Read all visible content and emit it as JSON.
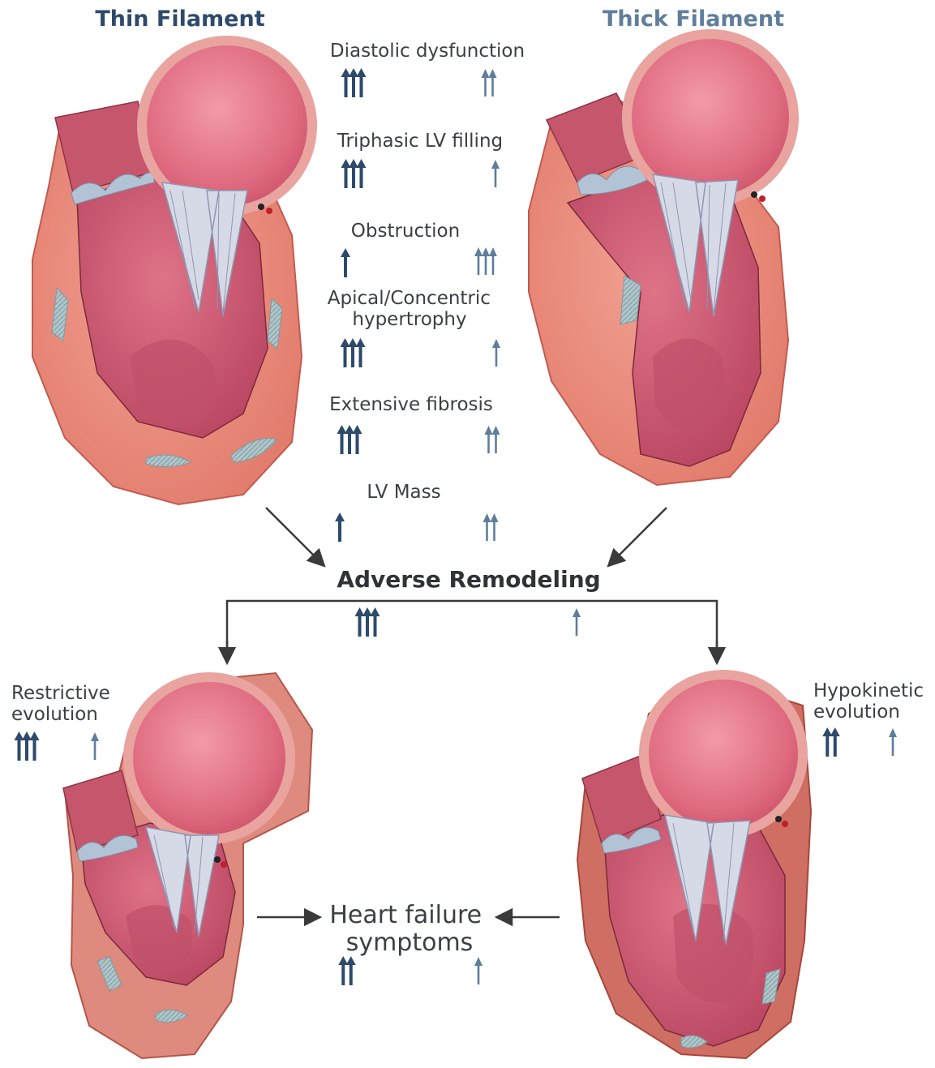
{
  "colors": {
    "thin": "#2e4a6b",
    "thick": "#5e7e9c",
    "connector": "#3a3a3a",
    "heart_outer": "#e98a7c",
    "heart_inner": "#c65568",
    "atrium": "#e0687e",
    "fibrosis": "#a9bfc3"
  },
  "titles": {
    "thin": "Thin Filament",
    "thick": "Thick Filament"
  },
  "features": [
    {
      "label": [
        "Diastolic dysfunction"
      ],
      "thin_level": 3,
      "thick_level": 2
    },
    {
      "label": [
        "Triphasic LV filling"
      ],
      "thin_level": 3,
      "thick_level": 1
    },
    {
      "label": [
        "Obstruction"
      ],
      "thin_level": 1,
      "thick_level": 3
    },
    {
      "label": [
        "Apical/Concentric",
        "hypertrophy"
      ],
      "thin_level": 3,
      "thick_level": 1
    },
    {
      "label": [
        "Extensive fibrosis"
      ],
      "thin_level": 3,
      "thick_level": 2
    },
    {
      "label": [
        "LV Mass"
      ],
      "thin_level": 1,
      "thick_level": 2
    }
  ],
  "adverse_remodeling": {
    "label": "Adverse Remodeling",
    "thin_level": 3,
    "thick_level": 1
  },
  "restrictive": {
    "label": [
      "Restrictive",
      "evolution"
    ],
    "thin_level": 3,
    "thick_level": 1
  },
  "hypokinetic": {
    "label": [
      "Hypokinetic",
      "evolution"
    ],
    "thin_level": 2,
    "thick_level": 1
  },
  "heart_failure": {
    "label": [
      "Heart failure",
      "symptoms"
    ],
    "thin_level": 2,
    "thick_level": 1
  }
}
